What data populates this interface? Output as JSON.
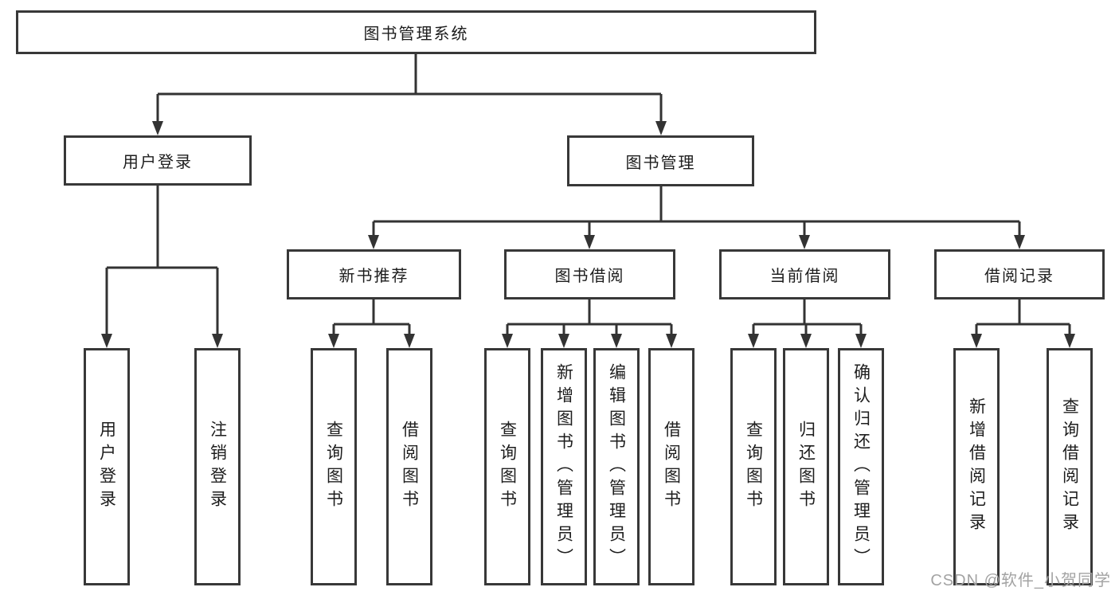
{
  "tree": {
    "root": {
      "label": "图书管理系统"
    },
    "branches": [
      {
        "label": "用户登录",
        "children": [
          {
            "label": "用户登录"
          },
          {
            "label": "注销登录"
          }
        ]
      },
      {
        "label": "图书管理",
        "children": [
          {
            "label": "新书推荐",
            "children": [
              {
                "label": "查询图书"
              },
              {
                "label": "借阅图书"
              }
            ]
          },
          {
            "label": "图书借阅",
            "children": [
              {
                "label": "查询图书"
              },
              {
                "label": "新增图书（管理员）"
              },
              {
                "label": "编辑图书（管理员）"
              },
              {
                "label": "借阅图书"
              }
            ]
          },
          {
            "label": "当前借阅",
            "children": [
              {
                "label": "查询图书"
              },
              {
                "label": "归还图书"
              },
              {
                "label": "确认归还（管理员）"
              }
            ]
          },
          {
            "label": "借阅记录",
            "children": [
              {
                "label": "新增借阅记录"
              },
              {
                "label": "查询借阅记录"
              }
            ]
          }
        ]
      }
    ]
  },
  "watermark": {
    "text": "CSDN @软件_小贺同学"
  },
  "colors": {
    "line": "#333333",
    "box_border": "#383838",
    "text": "#1d1d1d",
    "watermark": "#a3a3a3",
    "background": "#ffffff"
  }
}
